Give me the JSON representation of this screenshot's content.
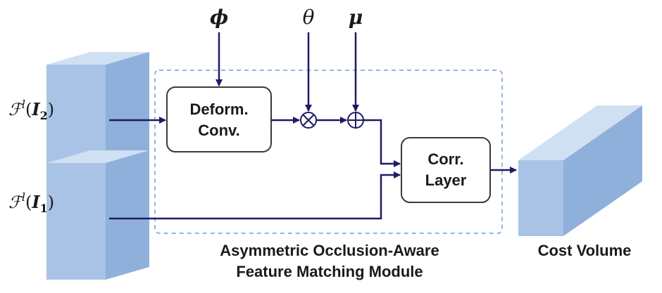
{
  "inputs": {
    "phi": "ϕ",
    "theta": "θ",
    "mu": "μ"
  },
  "features": {
    "i2": {
      "f": "ℱ",
      "sup": "l",
      "open": "(",
      "var": "I",
      "sub": "2",
      "close": ")"
    },
    "i1": {
      "f": "ℱ",
      "sup": "l",
      "open": "(",
      "var": "I",
      "sub": "1",
      "close": ")"
    }
  },
  "blocks": {
    "deform": {
      "line1": "Deform.",
      "line2": "Conv."
    },
    "corr": {
      "line1": "Corr.",
      "line2": "Layer"
    }
  },
  "operators": {
    "multiply": "⊗",
    "add": "⊕"
  },
  "module_caption": {
    "line1": "Asymmetric Occlusion-Aware",
    "line2": "Feature Matching Module"
  },
  "output_label": "Cost Volume",
  "colors": {
    "arrow": "#1f1a66",
    "block_front": "#a9c3e6",
    "block_top": "#cfe0f3",
    "block_side": "#8fb0da",
    "dashed": "#8fb8e0"
  }
}
